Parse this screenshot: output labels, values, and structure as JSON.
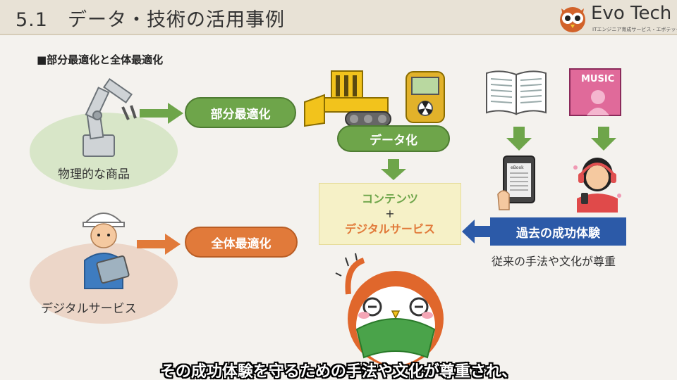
{
  "header": {
    "title": "5.1　データ・技術の活用事例",
    "logo_name": "Evo Tech",
    "logo_tagline": "ITエンジニア育成サービス・エボテック・"
  },
  "section": {
    "heading": "■部分最適化と全体最適化"
  },
  "left": {
    "product_caption": "物理的な商品",
    "service_caption": "デジタルサービス",
    "partial_label": "部分最適化",
    "total_label": "全体最適化"
  },
  "center": {
    "data_label": "データ化",
    "contents_line1": "コンテンツ",
    "contents_plus": "+",
    "contents_line2": "デジタルサービス"
  },
  "right": {
    "past_success_label": "過去の成功体験",
    "respect_caption": "従来の手法や文化が尊重",
    "music_cover_text": "MUSIC",
    "ebook_text": "eBook"
  },
  "subtitle": {
    "text": "その成功体験を守るための手法や文化が尊重され、"
  },
  "colors": {
    "green": "#6ea54a",
    "orange": "#e17a3a",
    "blue": "#2c5aa8",
    "contents_green": "#6ea54a",
    "contents_orange": "#e17a3a"
  }
}
